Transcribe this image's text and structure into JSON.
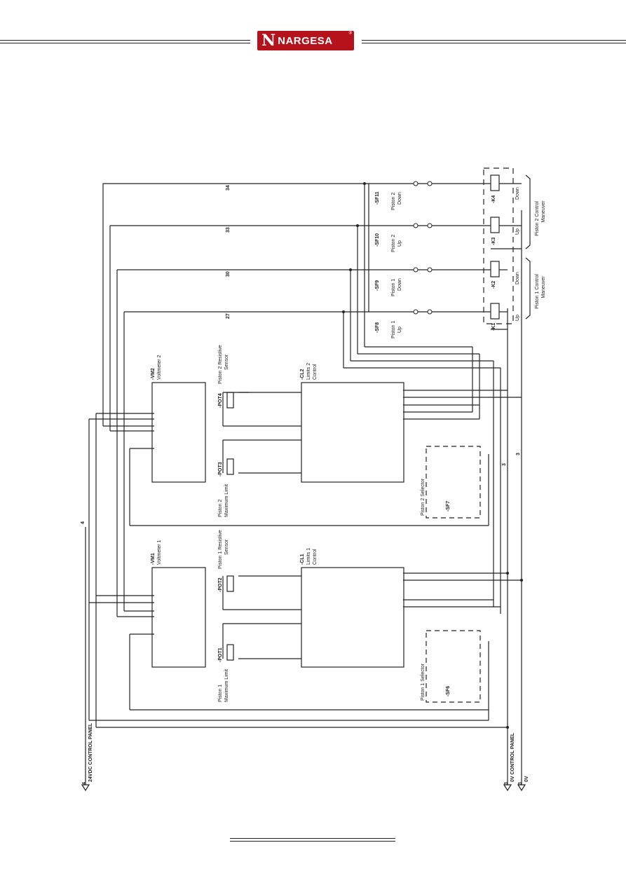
{
  "header": {
    "brand_initial": "N",
    "brand_name": "NARGESA",
    "registered_mark": "®"
  },
  "diagram": {
    "power_left": {
      "wire": "4",
      "label": "24VDC CONTROL PANEL"
    },
    "power_right_1": {
      "wire": "3",
      "label": "0V CONTROL PANEL"
    },
    "power_right_2": {
      "wire": "3",
      "label": "0V"
    },
    "vertical_wire_3a": "3",
    "vertical_wire_3b": "3",
    "vertical_wire_4": "4",
    "top_wire_labels": [
      "34",
      "33",
      "30",
      "27"
    ],
    "voltmeter2": {
      "tag": "-VM2",
      "name": "Voltmeter 2"
    },
    "voltmeter1": {
      "tag": "-VM1",
      "name": "Voltmeter 1"
    },
    "limits2": {
      "tag": "-CL2",
      "line1": "Limits 2",
      "line2": "Control"
    },
    "limits1": {
      "tag": "-CL1",
      "line1": "Limits 1",
      "line2": "Control"
    },
    "pot4": {
      "tag": "-POT4",
      "line1": "Piston 2 Resistive",
      "line2": "Sensor"
    },
    "pot3": {
      "tag": "-POT3",
      "line1": "Piston 2",
      "line2": "Maximum Limit"
    },
    "pot2": {
      "tag": "-POT2",
      "line1": "Piston 1 Resistive",
      "line2": "Sensor"
    },
    "pot1": {
      "tag": "-POT1",
      "line1": "Piston 1",
      "line2": "Maximum Limit"
    },
    "sf7": {
      "tag": "-SF7",
      "label": "Piston 2 Selector"
    },
    "sf6": {
      "tag": "-SF6",
      "label": "Piston 1 Selector"
    },
    "switches": [
      {
        "tag": "-SF11",
        "line1": "Piston 2",
        "line2": "Down"
      },
      {
        "tag": "-SF10",
        "line1": "Piston 2",
        "line2": "Up"
      },
      {
        "tag": "-SF9",
        "line1": "Piston 1",
        "line2": "Down"
      },
      {
        "tag": "-SF8",
        "line1": "Piston 1",
        "line2": "Up"
      }
    ],
    "relays": [
      {
        "tag": "-K4",
        "label": "Down"
      },
      {
        "tag": "-K3",
        "label": "Up"
      },
      {
        "tag": "-K2",
        "label": "Down"
      },
      {
        "tag": "-K1",
        "label": "Up"
      }
    ],
    "maneuver2": {
      "line1": "Piston 2 Control",
      "line2": "Maneuver"
    },
    "maneuver1": {
      "line1": "Piston 1 Control",
      "line2": "Maneuver"
    }
  }
}
